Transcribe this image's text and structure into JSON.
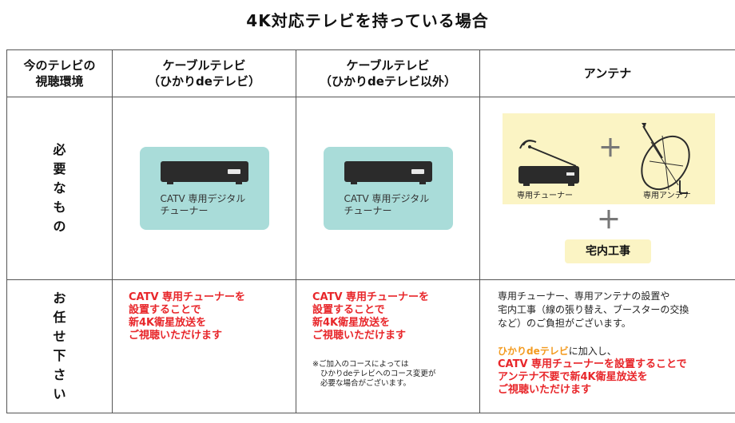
{
  "title": "4K対応テレビを持っている場合",
  "header": {
    "col0_line1": "今のテレビの",
    "col0_line2": "視聴環境",
    "col1_line1": "ケーブルテレビ",
    "col1_line2": "（ひかりdeテレビ）",
    "col2_line1": "ケーブルテレビ",
    "col2_line2": "（ひかりdeテレビ以外）",
    "col3": "アンテナ"
  },
  "row_need": {
    "label_chars": [
      "必",
      "要",
      "な",
      "も",
      "の"
    ],
    "tuner1_label": "CATV 専用デジタル\nチューナー",
    "tuner2_label": "CATV 専用デジタル\nチューナー",
    "antenna": {
      "tuner_label": "専用チューナー",
      "antenna_label": "専用アンテナ",
      "plus": "＋",
      "work_label": "宅内工事"
    }
  },
  "row_service": {
    "label_chars": [
      "お",
      "任",
      "せ",
      "下",
      "さ",
      "い"
    ],
    "col1_text": [
      "CATV 専用チューナーを",
      "設置することで",
      "新4K衛星放送を",
      "ご視聴いただけます"
    ],
    "col2_text": [
      "CATV 専用チューナーを",
      "設置することで",
      "新4K衛星放送を",
      "ご視聴いただけます"
    ],
    "col2_note": [
      "※ご加入のコースによっては",
      "ひかりdeテレビへのコース変更が",
      "必要な場合がございます。"
    ],
    "col3_text": [
      "専用チューナー、専用アンテナの設置や",
      "宅内工事（線の張り替え、ブースターの交換",
      "など）のご負担がございます。"
    ],
    "col3_orange": "ひかりdeテレビ",
    "col3_join": "に加入し、",
    "col3_red": [
      "CATV 専用チューナーを設置することで",
      "アンテナ不要で新4K衛星放送を",
      "ご視聴いただけます"
    ]
  },
  "colors": {
    "teal_box": "#a9dcd9",
    "yellow_box": "#fbf4c4",
    "red_text": "#e8262a",
    "orange_text": "#f39a1e"
  }
}
